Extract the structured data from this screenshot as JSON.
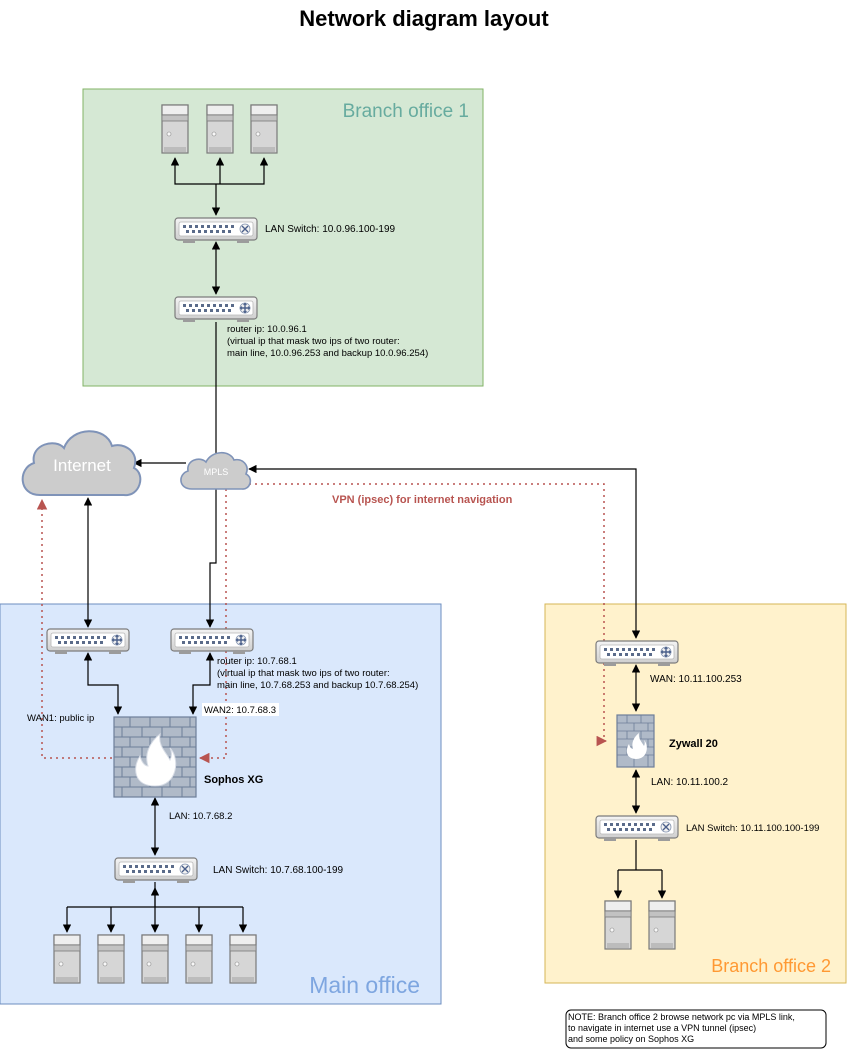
{
  "title": "Network diagram layout",
  "zones": {
    "branch1": "Branch office 1",
    "main": "Main office",
    "branch2": "Branch office 2"
  },
  "clouds": {
    "internet": "Internet",
    "mpls": "MPLS"
  },
  "labels": {
    "b1_switch": "LAN Switch: 10.0.96.100-199",
    "b1_router_1": "router ip: 10.0.96.1",
    "b1_router_2": "(virtual ip that mask two ips of two router:",
    "b1_router_3": "main line, 10.0.96.253 and backup 10.0.96.254)",
    "vpn": "VPN (ipsec) for internet navigation",
    "main_router_1": "router ip: 10.7.68.1",
    "main_router_2": "(virtual ip that mask two ips of two router:",
    "main_router_3": "main line, 10.7.68.253 and backup 10.7.68.254)",
    "wan1": "WAN1: public ip",
    "wan2": "WAN2: 10.7.68.3",
    "sophos": "Sophos XG",
    "main_lan": "LAN: 10.7.68.2",
    "main_switch": "LAN Switch: 10.7.68.100-199",
    "b2_wan": "WAN: 10.11.100.253",
    "zywall": "Zywall 20",
    "b2_lan": "LAN: 10.11.100.2",
    "b2_switch": "LAN Switch: 10.11.100.100-199"
  },
  "note": {
    "line1": "NOTE: Branch office 2 browse network pc via MPLS link,",
    "line2": "to navigate in internet use a VPN tunnel (ipsec)",
    "line3": "and some policy on Sophos XG"
  },
  "colors": {
    "branch1_fill": "#d5e8d4",
    "branch1_stroke": "#82b366",
    "branch1_text": "#67ab9f",
    "main_fill": "#dae8fc",
    "main_stroke": "#6c8ebf",
    "main_text": "#7ea6e0",
    "branch2_fill": "#fff2cc",
    "branch2_stroke": "#d6b656",
    "branch2_text": "#ff9933",
    "vpn": "#b85450"
  }
}
